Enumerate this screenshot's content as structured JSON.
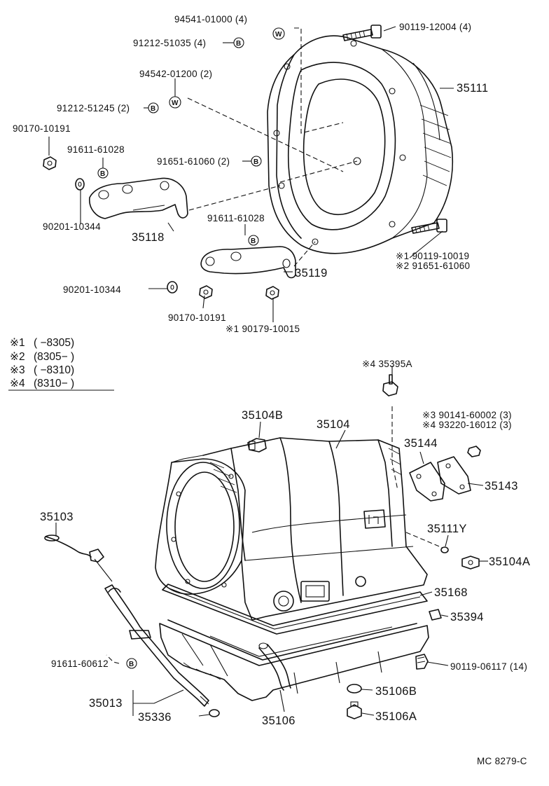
{
  "title_code": "MC 8279-C",
  "legend": [
    {
      "mark": "※1",
      "range": "(        −8305)"
    },
    {
      "mark": "※2",
      "range": "(8305−        )"
    },
    {
      "mark": "※3",
      "range": "(        −8310)"
    },
    {
      "mark": "※4",
      "range": "(8310−        )"
    }
  ],
  "upper_labels": {
    "p94541": "94541-01000 (4)",
    "p91212_51035": "91212-51035 (4)",
    "p94542": "94542-01200 (2)",
    "p91212_51245": "91212-51245 (2)",
    "p90170_a": "90170-10191",
    "p91611_a": "91611-61028",
    "p90201_a": "90201-10344",
    "p35118": "35118",
    "p91651": "91651-61060 (2)",
    "p91611_b": "91611-61028",
    "p90201_b": "90201-10344",
    "p90170_b": "90170-10191",
    "p90179": "※1 90179-10015",
    "p35119": "35119",
    "p90119_12004": "90119-12004 (4)",
    "p35111": "35111",
    "p90119_10019": "※1 90119-10019",
    "p91651_b": "※2 91651-61060"
  },
  "lower_labels": {
    "p35395A": "※4 35395A",
    "p35104B": "35104B",
    "p35104": "35104",
    "p90141": "※3 90141-60002 (3)",
    "p93220": "※4 93220-16012 (3)",
    "p35144": "35144",
    "p35143": "35143",
    "p35103": "35103",
    "p35111Y": "35111Y",
    "p35104A": "35104A",
    "p35168": "35168",
    "p35394": "35394",
    "p91611_c": "91611-60612",
    "p90119_06117": "90119-06117 (14)",
    "p35013": "35013",
    "p35336": "35336",
    "p35106": "35106",
    "p35106B": "35106B",
    "p35106A": "35106A"
  },
  "symbols": {
    "washer": "W",
    "bolt": "B"
  }
}
